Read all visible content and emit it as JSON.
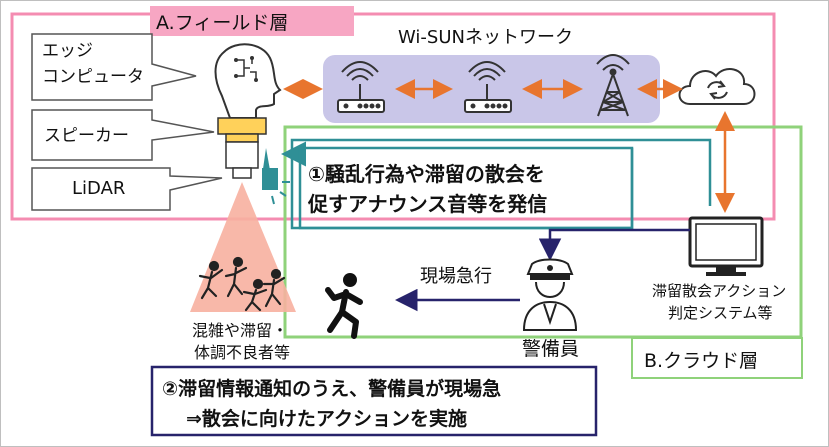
{
  "field_layer": {
    "title": "A.フィールド層",
    "network_label": "Wi-SUNネットワーク",
    "edge_computer": "エッジ\nコンピュータ",
    "speaker": "スピーカー",
    "lidar": "LiDAR",
    "crowd_label_1": "混雑や滞留・",
    "crowd_label_2": "体調不良者等"
  },
  "cloud_layer": {
    "title": "B.クラウド層",
    "system_label_1": "滞留散会アクション",
    "system_label_2": "判定システム等"
  },
  "actions": {
    "step1_line1": "①騒乱行為や滞留の散会を",
    "step1_line2": "促すアナウンス音等を発信",
    "rush_label": "現場急行",
    "guard_label": "警備員",
    "step2_line1": "②滞留情報通知のうえ、警備員が現場急",
    "step2_line2": "⇒散会に向けたアクションを実施"
  },
  "colors": {
    "field_border": "#f06ea0",
    "cloud_border": "#8fd27a",
    "teal": "#2f8f96",
    "navy": "#27236b",
    "orange": "#e8752e",
    "network_band": "#c9c6e8"
  }
}
